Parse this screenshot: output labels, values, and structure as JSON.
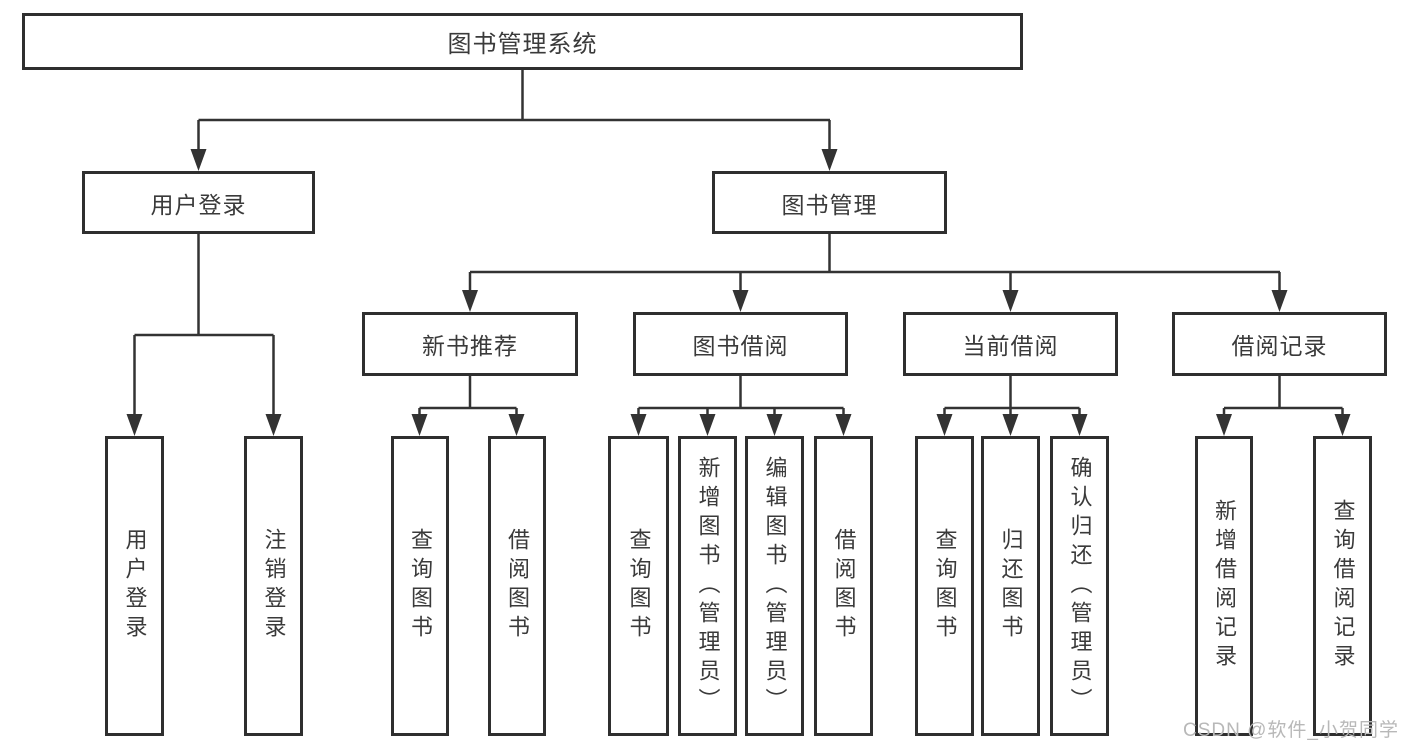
{
  "diagram": {
    "root": {
      "label": "图书管理系统"
    },
    "level2": {
      "user_login": {
        "label": "用户登录"
      },
      "book_management": {
        "label": "图书管理"
      }
    },
    "level3": {
      "new_book": {
        "label": "新书推荐"
      },
      "book_borrow": {
        "label": "图书借阅"
      },
      "current_borrow": {
        "label": "当前借阅"
      },
      "borrow_record": {
        "label": "借阅记录"
      }
    },
    "leaves": {
      "user_login": [
        "用户登录",
        "注销登录"
      ],
      "new_book": [
        "查询图书",
        "借阅图书"
      ],
      "book_borrow": [
        "查询图书",
        "新增图书（管理员）",
        "编辑图书（管理员）",
        "借阅图书"
      ],
      "current_borrow": [
        "查询图书",
        "归还图书",
        "确认归还（管理员）"
      ],
      "borrow_record": [
        "新增借阅记录",
        "查询借阅记录"
      ]
    }
  },
  "watermark": "CSDN @软件_小贺同学",
  "colors": {
    "line": "#333333",
    "border": "#2f2f2f",
    "text": "#3a3a3a",
    "watermark_text": "#b8b8b8",
    "background": "#ffffff"
  }
}
